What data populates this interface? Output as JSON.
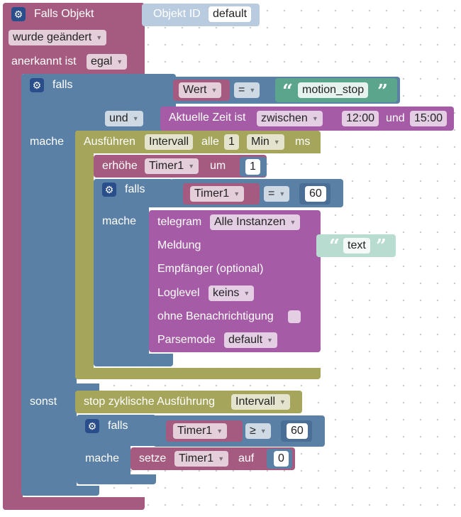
{
  "event": {
    "title": "Falls Objekt",
    "object_id_label": "Objekt ID",
    "object_id_value": "default",
    "changed_dropdown": "wurde geändert",
    "ack_label": "anerkannt ist",
    "ack_dropdown": "egal",
    "do_label": "mache",
    "else_label": "sonst"
  },
  "if1": {
    "if_label": "falls",
    "wert_dropdown": "Wert",
    "eq_op": "=",
    "string_value": "motion_stop",
    "and_op": "und",
    "time_label": "Aktuelle Zeit ist",
    "time_dropdown": "zwischen",
    "time_start": "12:00",
    "time_and": "und",
    "time_end": "15:00"
  },
  "interval": {
    "label": "Ausführen",
    "var_dropdown": "Intervall",
    "every_label": "alle",
    "value": "1",
    "unit_dropdown": "Min",
    "ms_label": "ms"
  },
  "increment": {
    "label": "erhöhe",
    "var_dropdown": "Timer1",
    "by_label": "um",
    "value": "1"
  },
  "if2": {
    "if_label": "falls",
    "var_dropdown": "Timer1",
    "op": "=",
    "value": "60",
    "do_label": "mache"
  },
  "telegram": {
    "label": "telegram",
    "instance_dropdown": "Alle Instanzen",
    "message_label": "Meldung",
    "message_value": "text",
    "recipient_label": "Empfänger (optional)",
    "loglevel_label": "Loglevel",
    "loglevel_dropdown": "keins",
    "silent_label": "ohne Benachrichtigung",
    "parsemode_label": "Parsemode",
    "parsemode_dropdown": "default"
  },
  "stop": {
    "label": "stop zyklische Ausführung",
    "var_dropdown": "Intervall"
  },
  "if3": {
    "if_label": "falls",
    "var_dropdown": "Timer1",
    "op": "≥",
    "value": "60",
    "do_label": "mache"
  },
  "setvar": {
    "label": "setze",
    "var_dropdown": "Timer1",
    "to_label": "auf",
    "value": "0"
  },
  "colors": {
    "event": "#a55b80",
    "logic": "#5b80a5",
    "timer": "#a5a55b",
    "telegram": "#a55ba5",
    "text": "#5ba58c"
  },
  "icons": {
    "gear": "gear-icon",
    "dropdown_arrow": "chevron-down-icon",
    "quote_open": "“",
    "quote_close": "”"
  }
}
